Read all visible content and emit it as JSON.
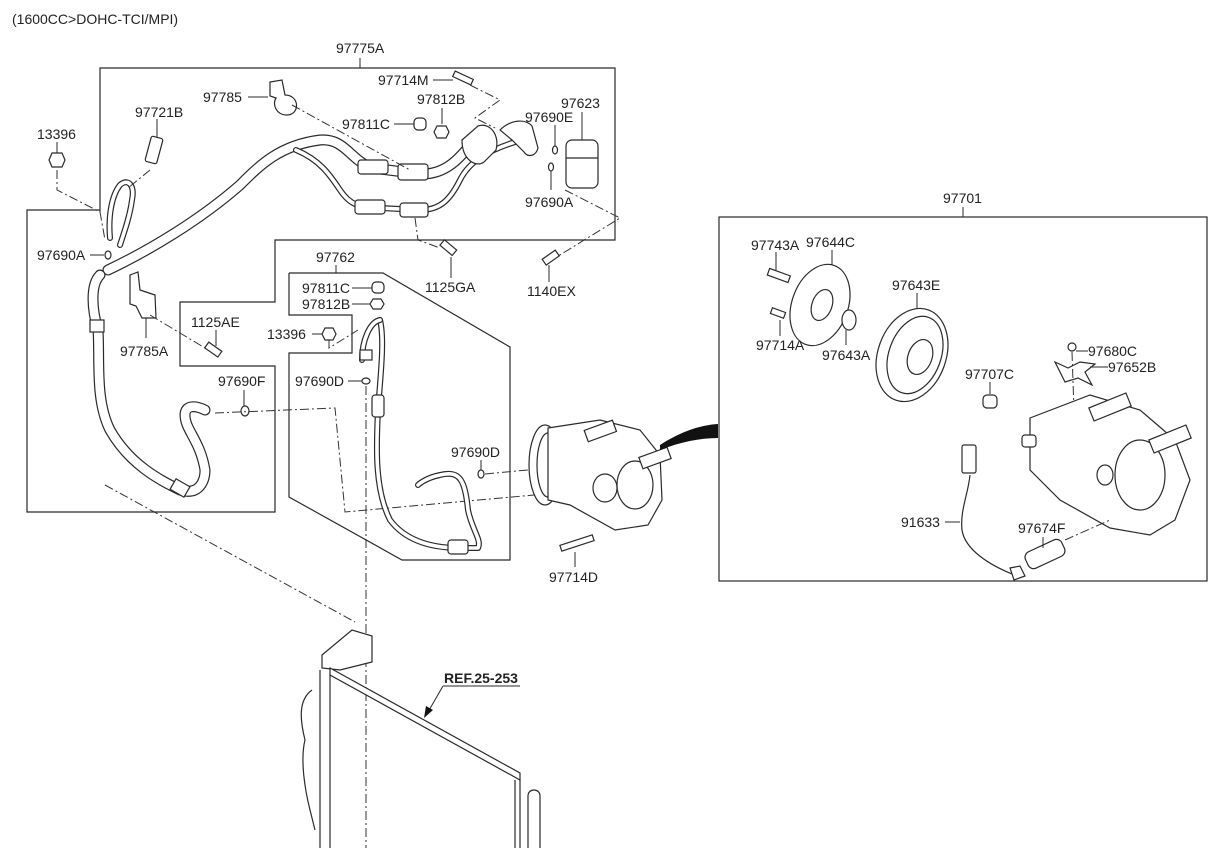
{
  "header": {
    "engine_spec": "(1600CC>DOHC-TCI/MPI)"
  },
  "groups": {
    "hose_assembly": "97775A",
    "liquid_tube": "97762",
    "compressor_assembly": "97701"
  },
  "labels": {
    "l_97714M": "97714M",
    "l_97785": "97785",
    "l_97812B_top": "97812B",
    "l_97623": "97623",
    "l_97721B": "97721B",
    "l_97811C_top": "97811C",
    "l_97690E": "97690E",
    "l_13396_top": "13396",
    "l_97690A_right": "97690A",
    "l_97690A_left": "97690A",
    "l_1125GA": "1125GA",
    "l_1140EX": "1140EX",
    "l_97811C_mid": "97811C",
    "l_97812B_mid": "97812B",
    "l_1125AE": "1125AE",
    "l_13396_mid": "13396",
    "l_97785A": "97785A",
    "l_97690F": "97690F",
    "l_97690D_upper": "97690D",
    "l_97690D_lower": "97690D",
    "l_97714D": "97714D",
    "l_97743A": "97743A",
    "l_97644C": "97644C",
    "l_97643E": "97643E",
    "l_97714A": "97714A",
    "l_97643A": "97643A",
    "l_97680C": "97680C",
    "l_97652B": "97652B",
    "l_97707C": "97707C",
    "l_91633": "91633",
    "l_97674F": "97674F",
    "ref": "REF.25-253"
  },
  "colors": {
    "line": "#2a2a2a",
    "background": "#ffffff"
  }
}
